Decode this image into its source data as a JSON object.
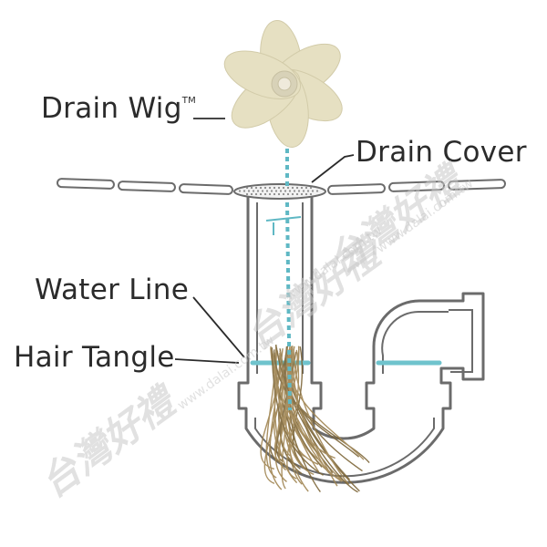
{
  "labels": {
    "drain_wig": "Drain Wig",
    "trademark": "TM",
    "drain_cover": "Drain Cover",
    "water_line": "Water Line",
    "hair_tangle": "Hair Tangle"
  },
  "watermark": {
    "brand": "台灣好禮",
    "url": "www.dalai.com.tw"
  },
  "colors": {
    "outline": "#6b6b6b",
    "pipe_fill": "#ffffff",
    "flower": "#e6e0c2",
    "flower_center": "#d8d2b8",
    "chain": "#5fb8c4",
    "water": "#6fc3cd",
    "hair": "#a08552",
    "text": "#2b2b2b"
  }
}
